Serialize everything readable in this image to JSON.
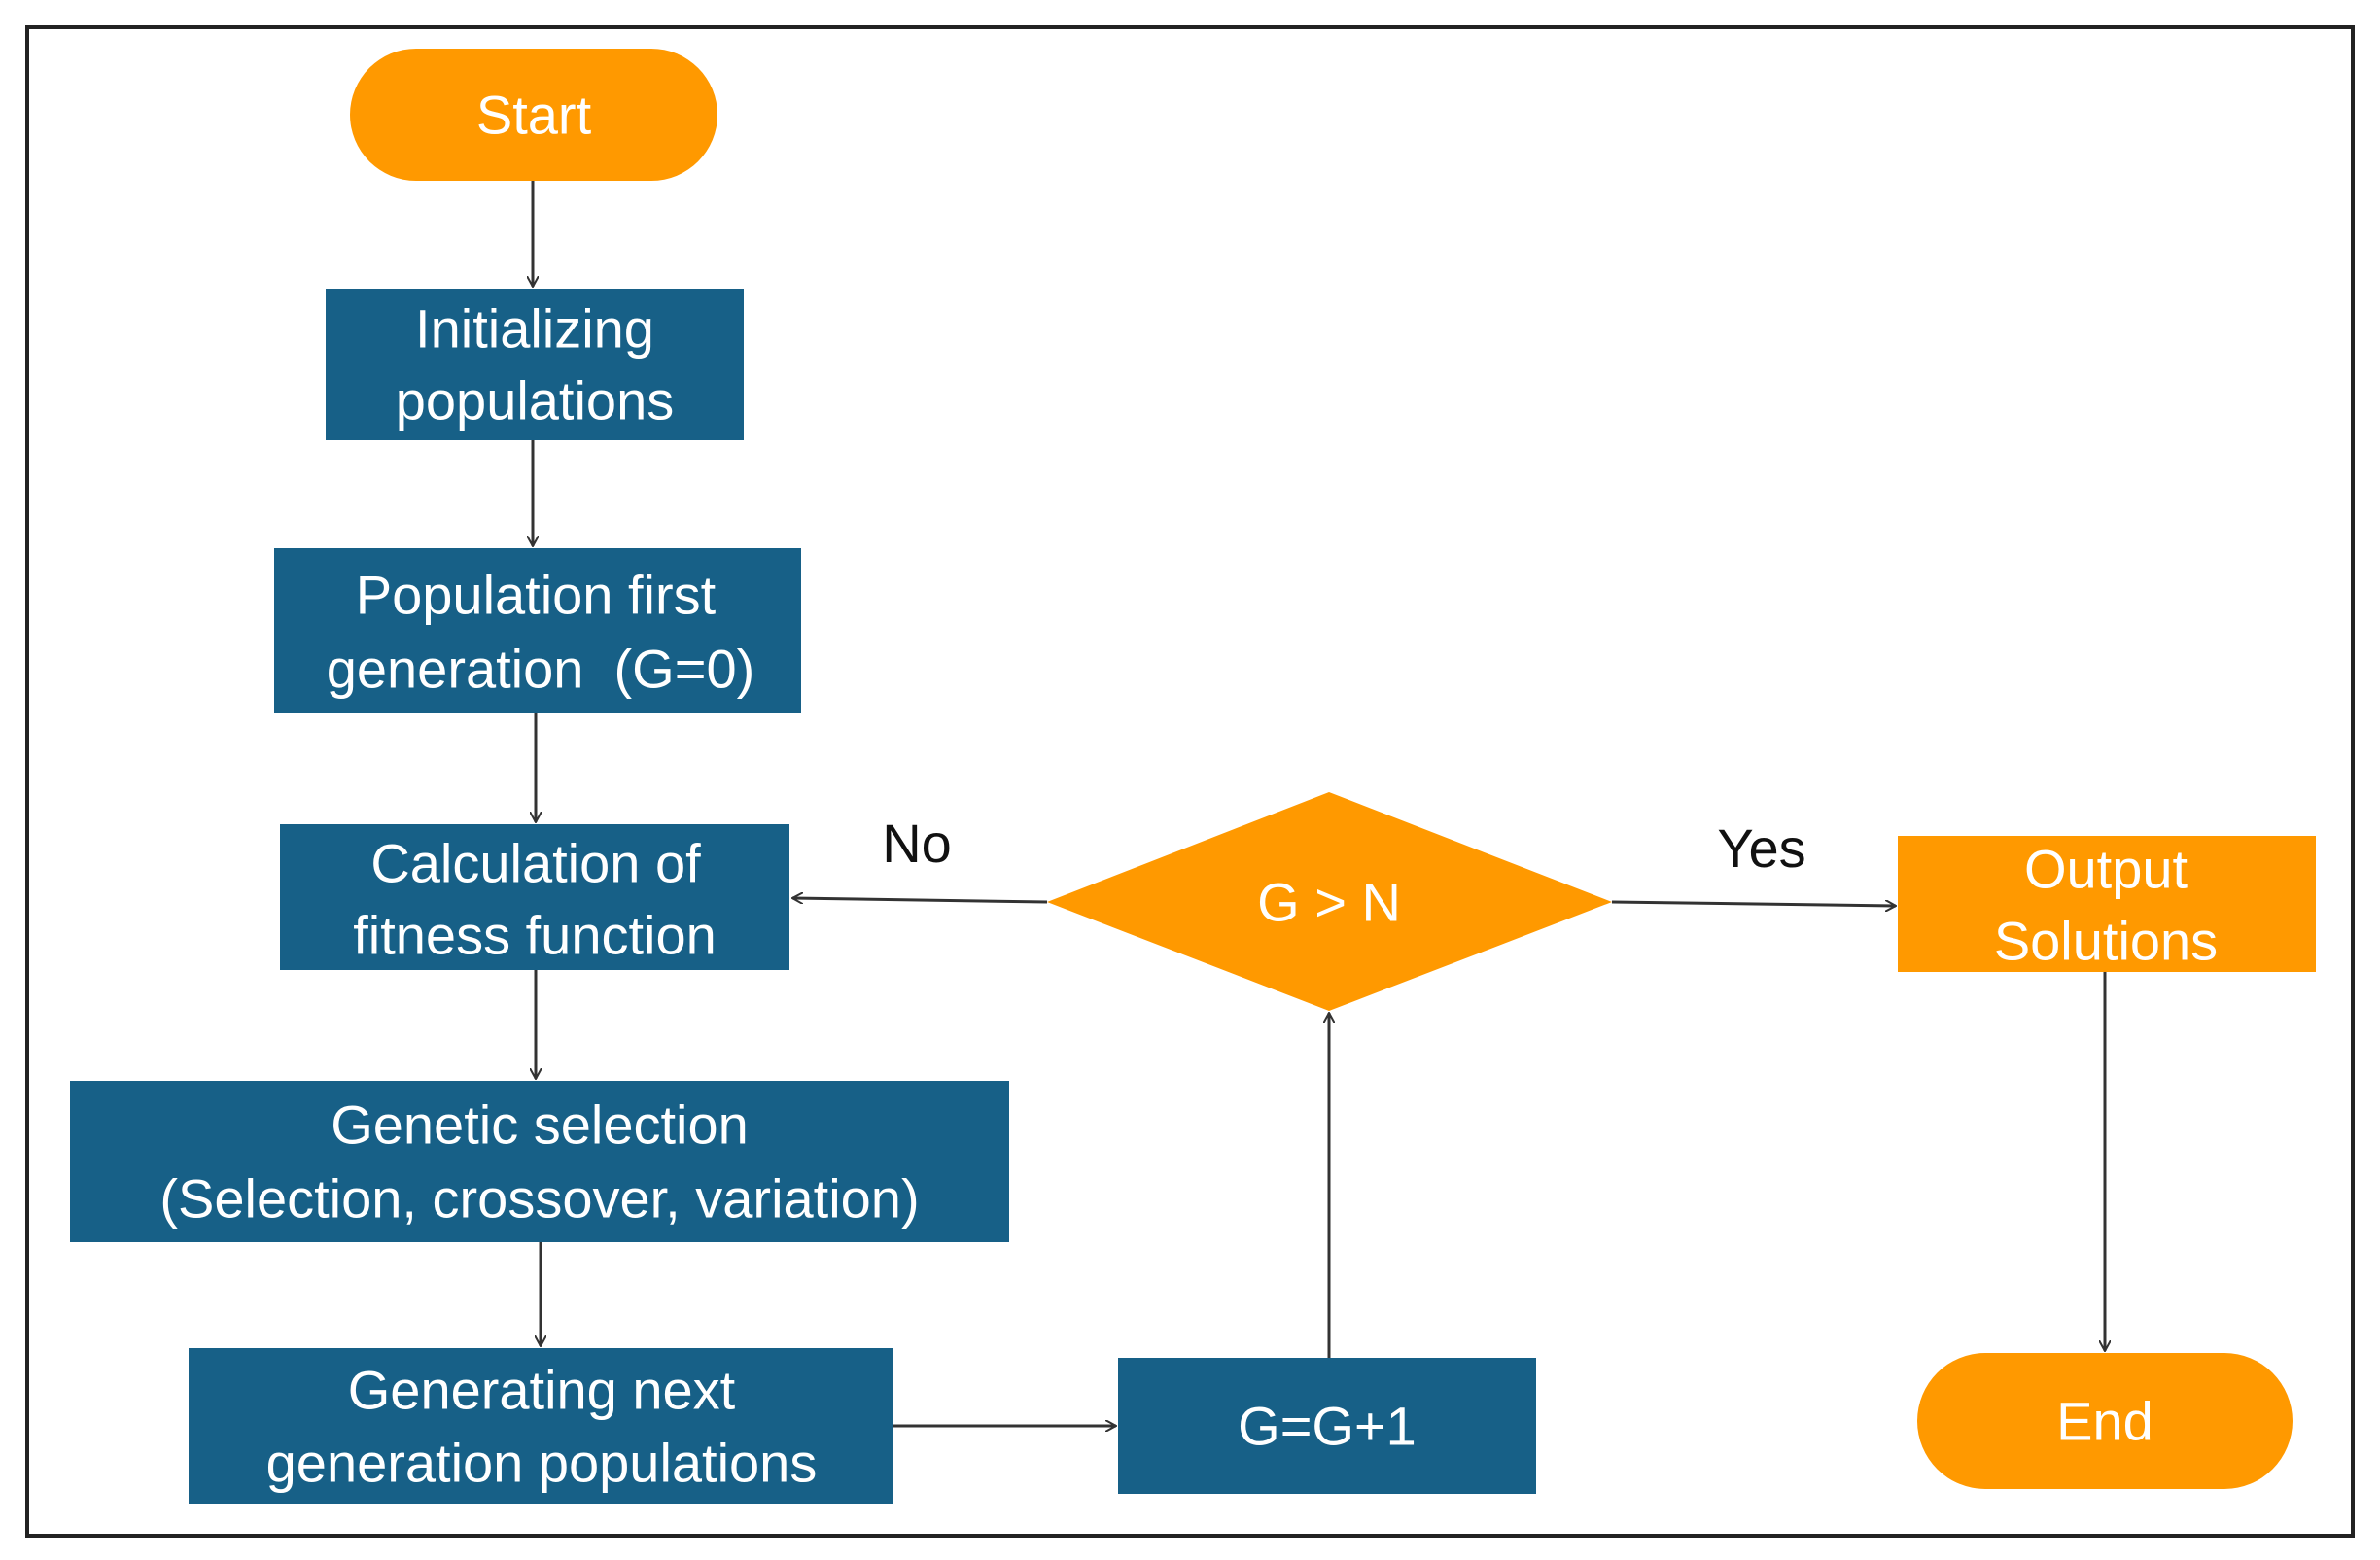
{
  "colors": {
    "process_fill": "#176087",
    "terminal_fill": "#FF9900",
    "arrow": "#333333",
    "frame": "#222222",
    "text_on_shape": "#FFFFFF",
    "label_text": "#111111"
  },
  "nodes": {
    "start": {
      "lines": [
        "Start"
      ]
    },
    "init": {
      "lines": [
        "Initializing",
        "populations"
      ]
    },
    "first_gen": {
      "lines": [
        "Population first",
        "generation  (G=0)"
      ]
    },
    "fitness": {
      "lines": [
        "Calculation of",
        "fitness function"
      ]
    },
    "selection": {
      "lines": [
        "Genetic selection",
        "(Selection, crossover, variation)"
      ]
    },
    "next_gen": {
      "lines": [
        "Generating next",
        "generation populations"
      ]
    },
    "increment": {
      "lines": [
        "G=G+1"
      ]
    },
    "decision": {
      "lines": [
        "G > N"
      ]
    },
    "output": {
      "lines": [
        "Output",
        "Solutions"
      ]
    },
    "end": {
      "lines": [
        "End"
      ]
    }
  },
  "edge_labels": {
    "no": "No",
    "yes": "Yes"
  }
}
